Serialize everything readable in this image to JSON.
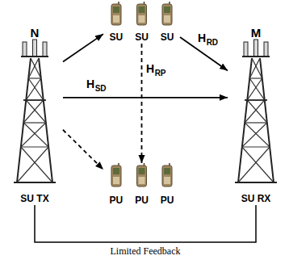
{
  "diagram": {
    "nodes": [
      {
        "text": [
          "N",
          "SU TX"
        ]
      },
      {
        "text": [
          "SU",
          "SU",
          "SU"
        ]
      },
      {
        "text": [
          "PU",
          "PU",
          "PU"
        ]
      },
      {
        "text": [
          "M",
          "SU RX"
        ]
      }
    ],
    "edges": [
      {
        "from": 0,
        "to": 1,
        "arrow": "to"
      },
      {
        "from": 0,
        "to": 2,
        "arrow": "to"
      },
      {
        "from": 0,
        "to": 3,
        "arrow": "to"
      },
      {
        "from": 1,
        "to": 3,
        "arrow": "to"
      },
      {
        "from": 1,
        "to": 2,
        "arrow": "to"
      },
      {
        "from": 0,
        "to": 3,
        "arrow": "none",
        "label": "Limited Feedback"
      }
    ],
    "labels": [
      "H",
      "SD",
      "H",
      "RD",
      "H",
      "RP"
    ]
  }
}
